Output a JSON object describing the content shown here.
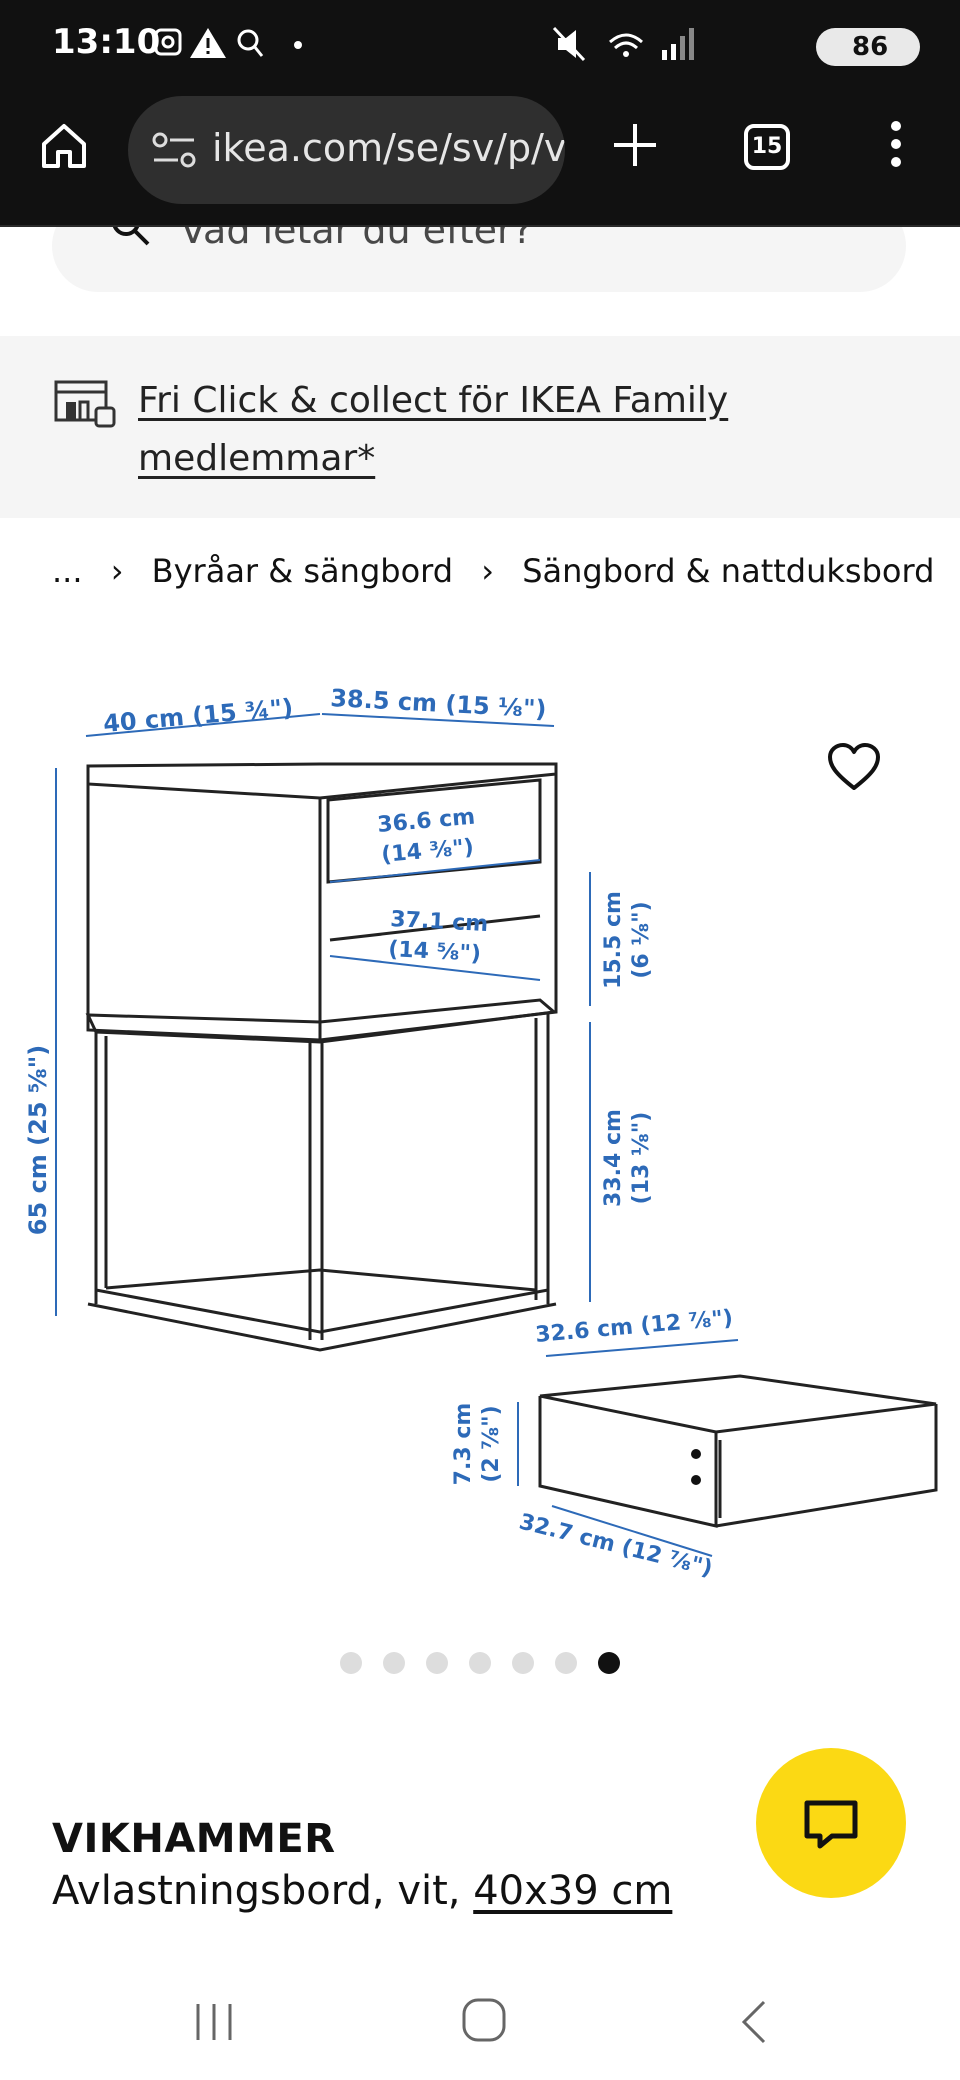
{
  "status": {
    "time": "13:10",
    "battery": "86"
  },
  "browser": {
    "url": "ikea.com/se/sv/p/v",
    "tab_count": "15"
  },
  "search": {
    "placeholder": "Vad letar du efter?"
  },
  "banner": {
    "text": "Fri Click & collect för IKEA Family medlemmar*"
  },
  "breadcrumb": {
    "items": [
      "...",
      "Byråar & sängbord",
      "Sängbord & nattduksbord"
    ]
  },
  "dimensions": {
    "width": "40 cm (15 ¾\")",
    "depth": "38.5 cm (15 ⅛\")",
    "height": "65 cm (25 ⅝\")",
    "drawer_inner_top_1": "36.6 cm",
    "drawer_inner_top_2": "(14 ⅜\")",
    "shelf_inner_1": "37.1 cm",
    "shelf_inner_2": "(14 ⅝\")",
    "shelf_height_1": "15.5 cm",
    "shelf_height_2": "(6 ⅛\")",
    "leg_height_1": "33.4 cm",
    "leg_height_2": "(13 ⅛\")",
    "drawer_width": "32.6 cm (12 ⅞\")",
    "drawer_height_1": "7.3 cm",
    "drawer_height_2": "(2 ⅞\")",
    "drawer_depth": "32.7 cm (12 ⅞\")"
  },
  "carousel": {
    "count": 7,
    "active_index": 6
  },
  "product": {
    "name": "VIKHAMMER",
    "desc_prefix": "Avlastningsbord, vit, ",
    "size": "40x39 cm"
  }
}
